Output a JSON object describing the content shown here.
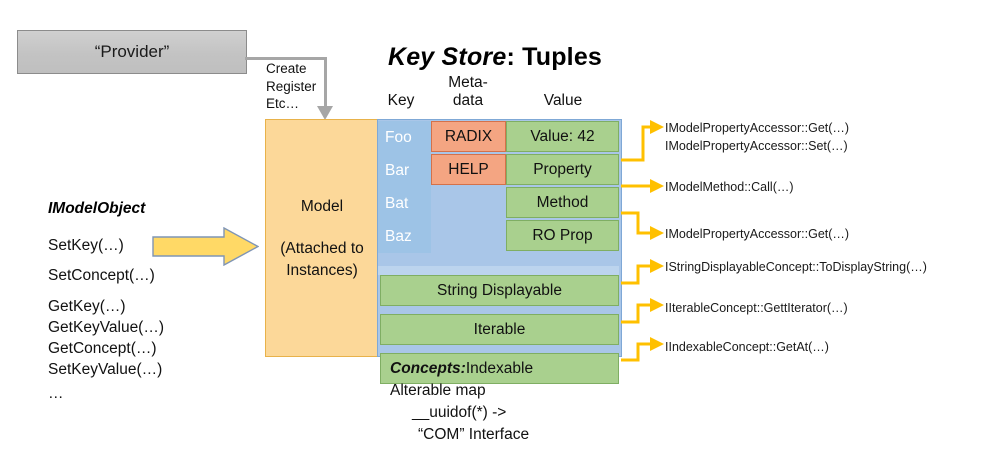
{
  "title": {
    "emphasis": "Key Store",
    "rest": ": Tuples"
  },
  "provider": {
    "label": "“Provider”"
  },
  "connector": {
    "label": "Create\nRegister\nEtc…",
    "lines": [
      "Create",
      "Register",
      "Etc…"
    ]
  },
  "headers": {
    "key": "Key",
    "metadata": "Meta-\ndata",
    "metadata_l1": "Meta-",
    "metadata_l2": "data",
    "value": "Value"
  },
  "model": {
    "label": "Model",
    "sublabel_l1": "(Attached to",
    "sublabel_l2": "Instances)"
  },
  "table": {
    "keys": [
      "Foo",
      "Bar",
      "Bat",
      "Baz"
    ],
    "metadata": [
      "RADIX",
      "HELP"
    ],
    "values": [
      "Value: 42",
      "Property",
      "Method",
      "RO Prop"
    ],
    "concepts_rows": [
      "String Displayable",
      "Iterable",
      "Indexable"
    ]
  },
  "imodelobject": {
    "title": "IModelObject",
    "methods": [
      "SetKey(…)",
      "SetConcept(…)",
      "GetKey(…)",
      "GetKeyValue(…)",
      "GetConcept(…)",
      "SetKeyValue(…)",
      "…"
    ]
  },
  "concepts_note": {
    "header": "Concepts:",
    "line1": "Alterable map",
    "line2": "__uuidof(*) ->",
    "line3": "“COM” Interface"
  },
  "annotations": [
    {
      "text": "IModelPropertyAccessor::Get(…)"
    },
    {
      "text": "IModelPropertyAccessor::Set(…)"
    },
    {
      "text": "IModelMethod::Call(…)"
    },
    {
      "text": "IModelPropertyAccessor::Get(…)"
    },
    {
      "text": "IStringDisplayableConcept::ToDisplayString(…)"
    },
    {
      "text": "IIterableConcept::GettIterator(…)"
    },
    {
      "text": "IIndexableConcept::GetAt(…)"
    }
  ],
  "colors": {
    "provider_fill": "#c6c6c6",
    "model_fill": "#fcd899",
    "key_blue": "#9dc3e6",
    "table_blue": "#a9c6e8",
    "band_blue": "#bcd4ee",
    "metadata_orange": "#f4a582",
    "value_green": "#a9d08e",
    "arrow_yellow": "#ffd966",
    "connector_gray": "#a6a6a6",
    "annotation_arrow": "#ffc000"
  }
}
